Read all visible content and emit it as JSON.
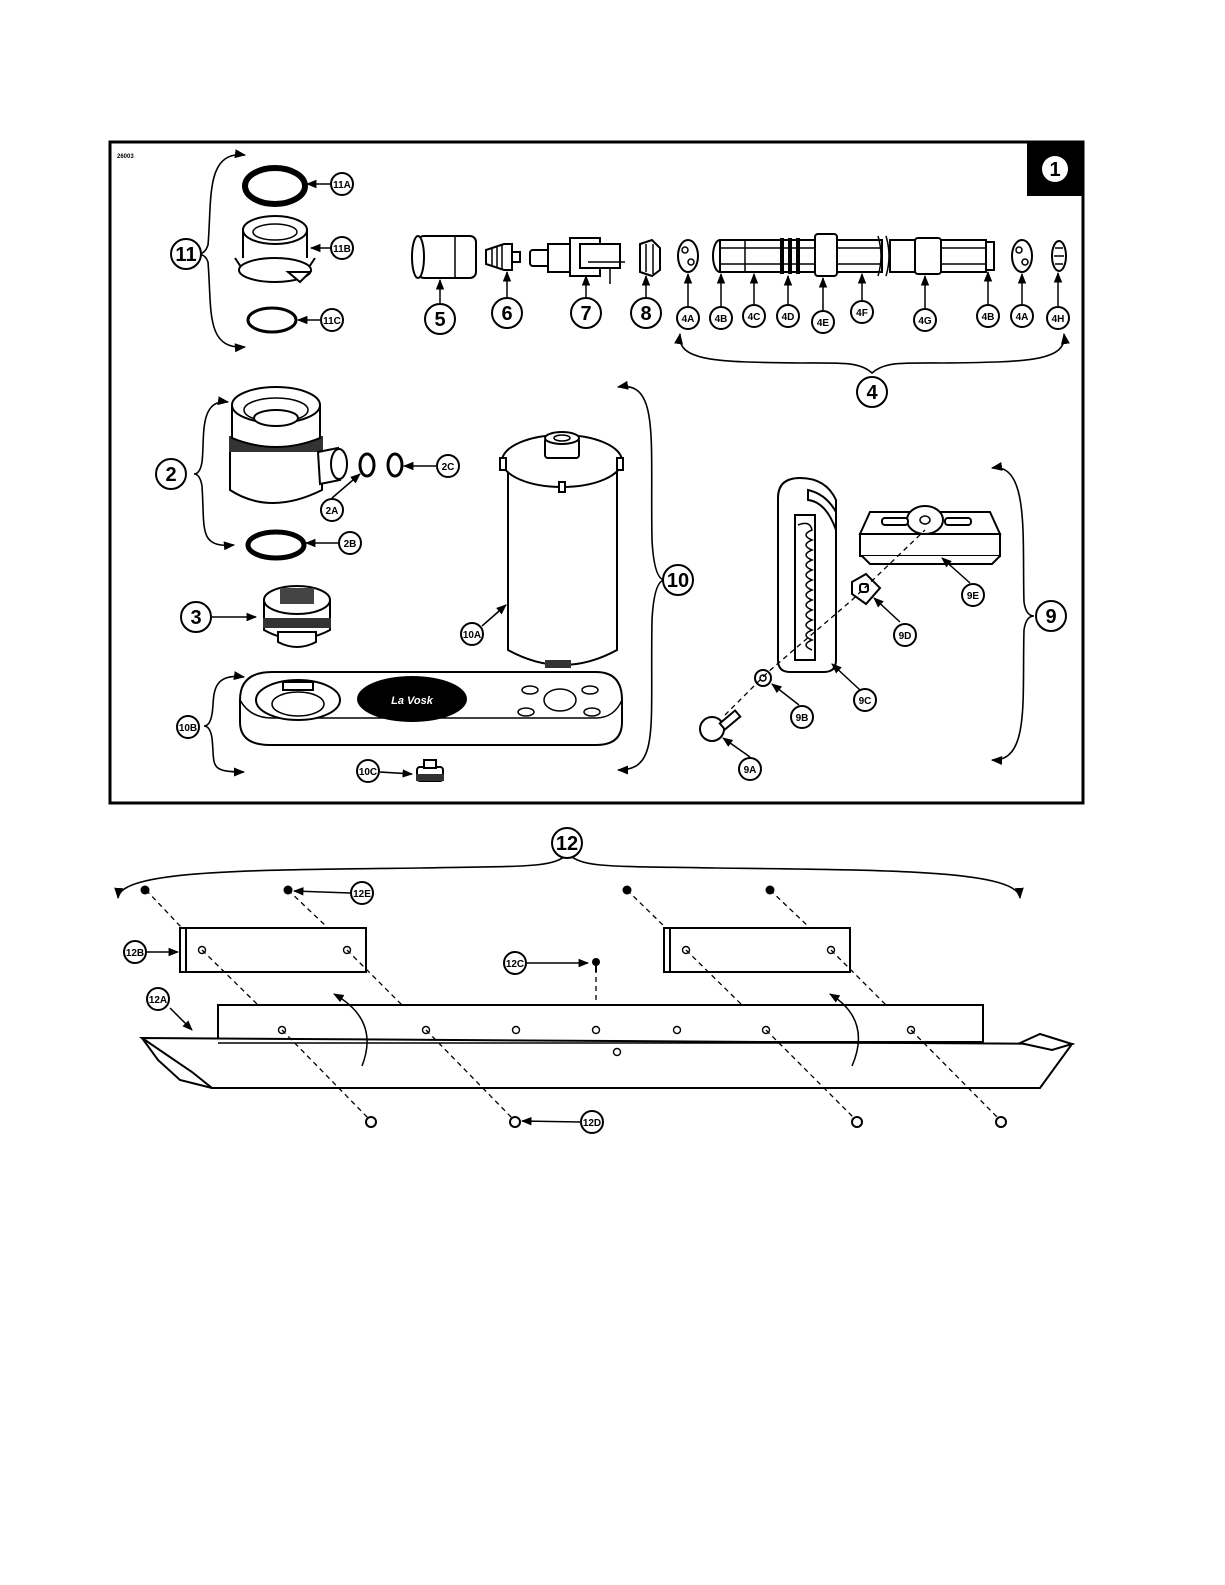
{
  "figure": {
    "id": "26003",
    "badge": "1"
  },
  "callouts": {
    "c11": "11",
    "c11A": "11A",
    "c11B": "11B",
    "c11C": "11C",
    "c5": "5",
    "c6": "6",
    "c7": "7",
    "c8": "8",
    "c4": "4",
    "c4A": "4A",
    "c4B": "4B",
    "c4C": "4C",
    "c4D": "4D",
    "c4E": "4E",
    "c4F": "4F",
    "c4G": "4G",
    "c4B2": "4B",
    "c4A2": "4A",
    "c4H": "4H",
    "c2": "2",
    "c2A": "2A",
    "c2B": "2B",
    "c2C": "2C",
    "c3": "3",
    "c10": "10",
    "c10A": "10A",
    "c10B": "10B",
    "c10C": "10C",
    "c9": "9",
    "c9A": "9A",
    "c9B": "9B",
    "c9C": "9C",
    "c9D": "9D",
    "c9E": "9E",
    "c12": "12",
    "c12A": "12A",
    "c12B": "12B",
    "c12C": "12C",
    "c12D": "12D",
    "c12E": "12E"
  },
  "tray_logo": {
    "text": "La Vosk"
  }
}
